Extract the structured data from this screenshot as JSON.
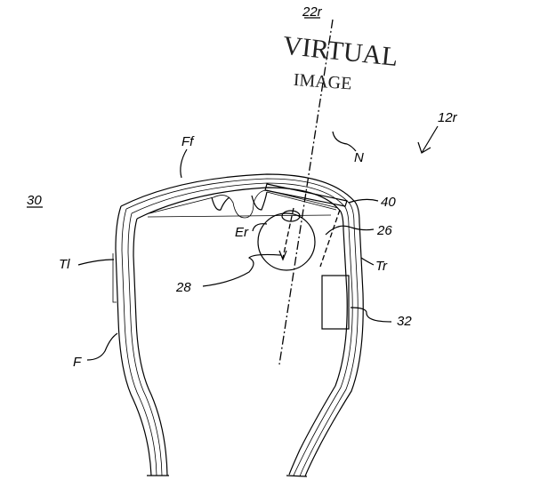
{
  "labels": {
    "ref_22r": "22r",
    "virtual": "VIRTUAL",
    "image": "IMAGE",
    "ref_12r": "12r",
    "N": "N",
    "Ff": "Ff",
    "ref_30": "30",
    "ref_40": "40",
    "Er": "Er",
    "ref_26": "26",
    "Tl": "Tl",
    "Tr": "Tr",
    "ref_28": "28",
    "ref_32": "32",
    "F": "F"
  }
}
